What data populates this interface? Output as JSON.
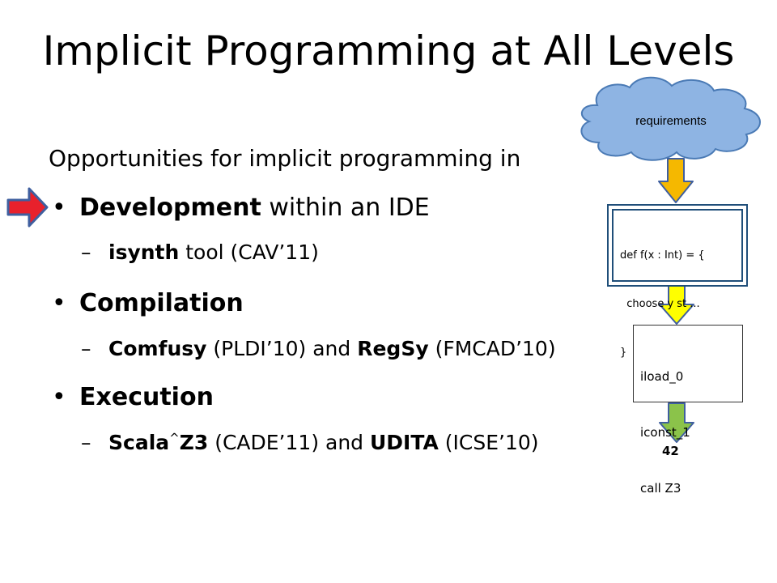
{
  "slide": {
    "title": "Implicit Programming at All Levels",
    "intro": "Opportunities for implicit programming in",
    "items": [
      {
        "bullet": "•",
        "bold": "Development",
        "rest": " within an IDE"
      },
      {
        "bullet": "•",
        "bold": "Compilation",
        "rest": ""
      },
      {
        "bullet": "•",
        "bold": "Execution",
        "rest": ""
      }
    ],
    "subitems": [
      {
        "dash": "–",
        "a_bold": "isynth",
        "a_rest": " tool (CAV’11)"
      },
      {
        "dash": "–",
        "a_bold": "Comfusy",
        "mid": " (PLDI’10) and ",
        "b_bold": "RegSy",
        "b_rest": " (FMCAD’10)"
      },
      {
        "dash": "–",
        "a_bold": "Scala",
        "sup": "^",
        "a_bold2": "Z3",
        "mid": " (CADE’11) and ",
        "b_bold": "UDITA",
        "b_rest": " (ICSE’10)"
      }
    ]
  },
  "diagram": {
    "cloud_label": "requirements",
    "code_lines": [
      "def f(x : Int) = {",
      "  choose y st ...",
      "}"
    ],
    "bytecode_lines": [
      "iload_0",
      "iconst_1",
      "call Z3"
    ],
    "result": "42"
  },
  "colors": {
    "cloud_fill": "#8eb4e3",
    "cloud_stroke": "#4a7ab5",
    "arrow_orange": "#f5b800",
    "arrow_yellow": "#ffff00",
    "arrow_green": "#8bc34a",
    "pointer_red": "#e8212c",
    "pointer_stroke": "#3f5f9f"
  }
}
